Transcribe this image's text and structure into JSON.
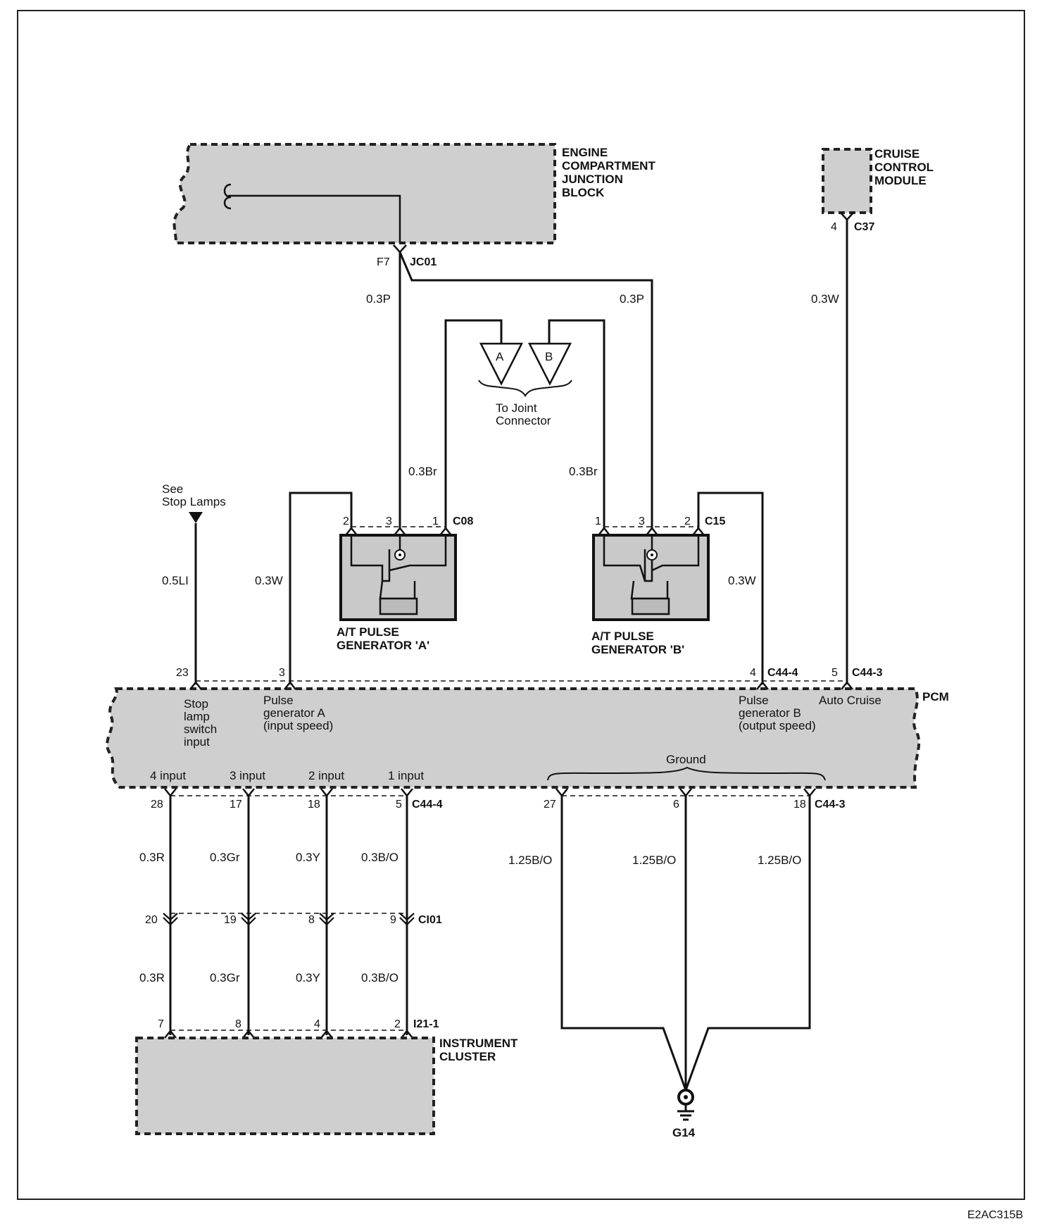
{
  "components": {
    "ecjb_lines": [
      "ENGINE",
      "COMPARTMENT",
      "JUNCTION",
      "BLOCK"
    ],
    "ccm_lines": [
      "CRUISE",
      "CONTROL",
      "MODULE"
    ],
    "pg_a_lines": [
      "A/T PULSE",
      "GENERATOR 'A'"
    ],
    "pg_b_lines": [
      "A/T PULSE",
      "GENERATOR 'B'"
    ],
    "pcm": "PCM",
    "cluster_lines": [
      "INSTRUMENT",
      "CLUSTER"
    ],
    "ground": "G14"
  },
  "connectors": {
    "jc01": "JC01",
    "c37": "C37",
    "c08": "C08",
    "c15": "C15",
    "c44_4": "C44-4",
    "c44_3": "C44-3",
    "ci01": "CI01",
    "i21_1": "I21-1"
  },
  "pins": {
    "f7": "F7",
    "c37_4": "4",
    "pga_2": "2",
    "pga_3": "3",
    "pga_1": "1",
    "pgb_1": "1",
    "pgb_3": "3",
    "pgb_2": "2",
    "pcm_23": "23",
    "pcm_3": "3",
    "pcm_4": "4",
    "pcm_5": "5",
    "pcm_28": "28",
    "pcm_17": "17",
    "pcm_18a": "18",
    "pcm_5b": "5",
    "pcm_27": "27",
    "pcm_6": "6",
    "pcm_18b": "18",
    "ci_20": "20",
    "ci_19": "19",
    "ci_8": "8",
    "ci_9": "9",
    "ic_7": "7",
    "ic_8": "8",
    "ic_4": "4",
    "ic_2": "2"
  },
  "wires": {
    "p_left": "0.3P",
    "p_right": "0.3P",
    "w_ccm": "0.3W",
    "br_left": "0.3Br",
    "br_right": "0.3Br",
    "li_stop": "0.5LI",
    "w_pga": "0.3W",
    "w_pgb": "0.3W",
    "r_upper": "0.3R",
    "gr_upper": "0.3Gr",
    "y_upper": "0.3Y",
    "bo_upper": "0.3B/O",
    "r_lower": "0.3R",
    "gr_lower": "0.3Gr",
    "y_lower": "0.3Y",
    "bo_lower": "0.3B/O",
    "gnd_1": "1.25B/O",
    "gnd_2": "1.25B/O",
    "gnd_3": "1.25B/O"
  },
  "joint": {
    "a": "A",
    "b": "B",
    "note_lines": [
      "To Joint",
      "Connector"
    ]
  },
  "stop_ref_lines": [
    "See",
    "Stop Lamps"
  ],
  "pcm_labels": {
    "stop_lines": [
      "Stop",
      "lamp",
      "switch",
      "input"
    ],
    "pga_lines": [
      "Pulse",
      "generator A",
      "(input speed)"
    ],
    "pgb_lines": [
      "Pulse",
      "generator B",
      "(output speed)"
    ],
    "cruise": "Auto Cruise",
    "ground": "Ground",
    "in4": "4 input",
    "in3": "3 input",
    "in2": "2 input",
    "in1": "1 input"
  },
  "figure_code": "E2AC315B"
}
